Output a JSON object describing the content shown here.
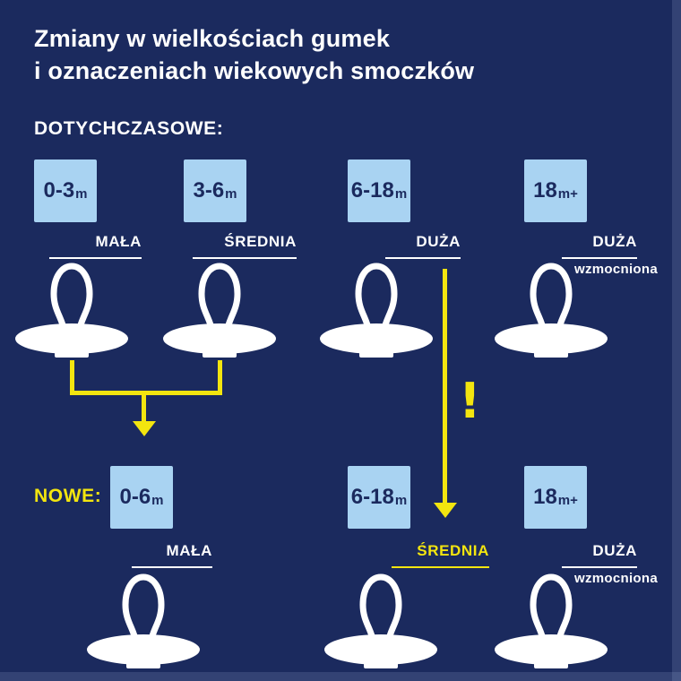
{
  "title": {
    "line1": "Zmiany w wielkościach gumek",
    "line2": "i oznaczeniach wiekowych smoczków"
  },
  "old": {
    "heading": "DOTYCHCZASOWE:",
    "boxes": [
      {
        "main": "0-3",
        "suffix": "m"
      },
      {
        "main": "3-6",
        "suffix": "m"
      },
      {
        "main": "6-18",
        "suffix": "m"
      },
      {
        "main": "18",
        "suffix": "m+"
      }
    ],
    "labels": [
      {
        "text": "MAŁA"
      },
      {
        "text": "ŚREDNIA"
      },
      {
        "text": "DUŻA"
      },
      {
        "text": "DUŻA",
        "sub": "wzmocniona"
      }
    ]
  },
  "new": {
    "heading": "NOWE:",
    "boxes": [
      {
        "main": "0-6",
        "suffix": "m"
      },
      {
        "main": "6-18",
        "suffix": "m"
      },
      {
        "main": "18",
        "suffix": "m+"
      }
    ],
    "labels": [
      {
        "text": "MAŁA"
      },
      {
        "text": "ŚREDNIA",
        "highlight": true
      },
      {
        "text": "DUŻA",
        "sub": "wzmocniona"
      }
    ]
  },
  "marks": {
    "exclamation": "!"
  },
  "colors": {
    "background": "#1b2a5e",
    "box_fill": "#a9d3f2",
    "box_text": "#1b2a5e",
    "accent_yellow": "#f3e50f",
    "text_white": "#ffffff"
  }
}
